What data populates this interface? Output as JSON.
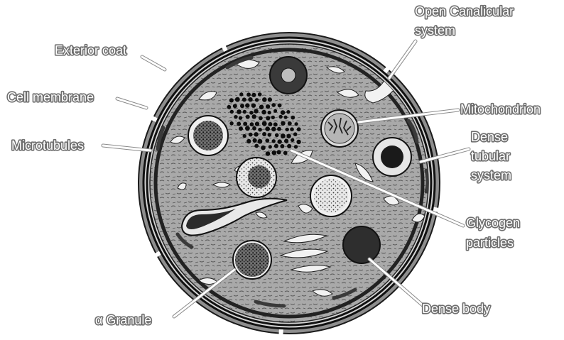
{
  "diagram": {
    "labels": {
      "open_canalicular_line1": "Open Canalicular",
      "open_canalicular_line2": "system",
      "exterior_coat": "Exterior coat",
      "cell_membrane": "Cell membrane",
      "microtubules": "Microtubules",
      "mitochondrion": "Mitochondrion",
      "dense_tubular_line1": "Dense",
      "dense_tubular_line2": "tubular",
      "dense_tubular_line3": "system",
      "glycogen_line1": "Glycogen",
      "glycogen_line2": "particles",
      "dense_body": "Dense body",
      "alpha_granule": "α Granule"
    },
    "colors": {
      "cytoplasm": "#a9a9a9",
      "exterior_coat": "#8e8e8e",
      "membrane": "#1a1a1a",
      "organelle_dark": "#3a3a3a",
      "canalicular": "#f2f2f2",
      "label_text": "#ffffff",
      "label_outline": "#6f6f6f"
    }
  }
}
